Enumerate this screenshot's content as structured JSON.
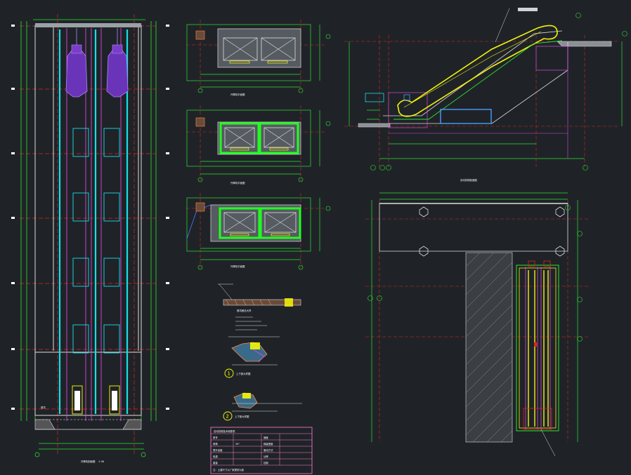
{
  "drawing": {
    "background": "#1f2328",
    "colors": {
      "axis_red": "#e0241c",
      "dim_green": "#2fe22f",
      "shaft_cyan": "#12e0e6",
      "magenta": "#d94bd9",
      "yellow": "#f2f20c",
      "white": "#ffffff",
      "purple_cab": "#7a3cc9"
    }
  },
  "titles": {
    "elevator_section": "升降机剖面图",
    "plan_1": "升降机平面图",
    "plan_2": "升降机平面图",
    "plan_3": "升降机平面图",
    "escalator_section": "自动扶梯剖面图",
    "detail_1": "上下部大样图",
    "detail_2": "上下部大样图",
    "pit_detail": "基坑做法大样"
  },
  "labels": {
    "circle_1": "1",
    "circle_2": "2",
    "pit_label": "底坑",
    "scale": "1:50"
  },
  "spec_table": {
    "title": "自动扶梯技术参数表",
    "rows": [
      [
        "型号",
        "",
        "速度",
        ""
      ],
      [
        "倾角",
        "35°",
        "梯级宽度",
        ""
      ],
      [
        "提升高度",
        "",
        "驱动方式",
        ""
      ],
      [
        "电源",
        "",
        "功率",
        ""
      ],
      [
        "重量",
        "",
        "控制",
        ""
      ]
    ],
    "note": "注：土建尺寸以厂家提供为准"
  }
}
